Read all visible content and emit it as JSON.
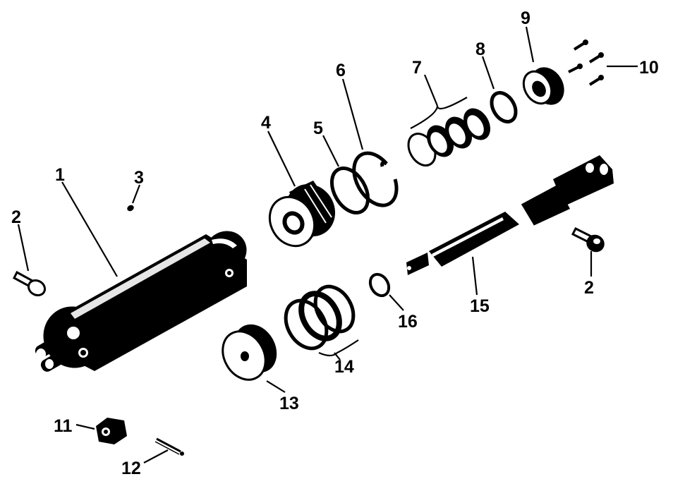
{
  "callouts": {
    "c1": "1",
    "c2a": "2",
    "c2b": "2",
    "c3": "3",
    "c4": "4",
    "c5": "5",
    "c6": "6",
    "c7": "7",
    "c8": "8",
    "c9": "9",
    "c10": "10",
    "c11": "11",
    "c12": "12",
    "c13": "13",
    "c14": "14",
    "c15": "15",
    "c16": "16"
  },
  "colors": {
    "ink": "#000000",
    "paper": "#ffffff"
  }
}
